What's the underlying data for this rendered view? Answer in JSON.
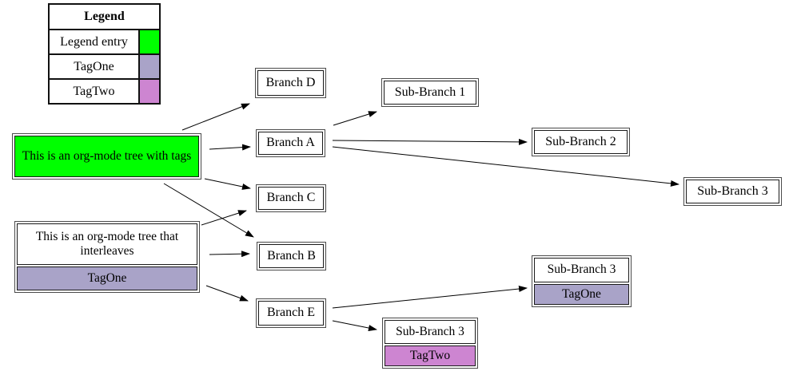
{
  "legend": {
    "title": "Legend",
    "entries": [
      {
        "label": "Legend entry",
        "color": "#00ff00"
      },
      {
        "label": "TagOne",
        "color": "#a9a3c8"
      },
      {
        "label": "TagTwo",
        "color": "#cd85d1"
      }
    ]
  },
  "nodes": {
    "root_tags": {
      "label": "This is an org-mode tree with tags",
      "fill": "#00ff00"
    },
    "root_interleaves": {
      "label": "This is an org-mode tree that interleaves",
      "tag": "TagOne",
      "tag_color": "#a9a3c8"
    },
    "branch_d": {
      "label": "Branch D"
    },
    "branch_a": {
      "label": "Branch A"
    },
    "branch_c": {
      "label": "Branch C"
    },
    "branch_b": {
      "label": "Branch B"
    },
    "branch_e": {
      "label": "Branch E"
    },
    "sub_branch_1": {
      "label": "Sub-Branch 1"
    },
    "sub_branch_2": {
      "label": "Sub-Branch 2"
    },
    "sub_branch_3": {
      "label": "Sub-Branch 3"
    },
    "sub_branch_3_tagone": {
      "label": "Sub-Branch 3",
      "tag": "TagOne",
      "tag_color": "#a9a3c8"
    },
    "sub_branch_3_tagtwo": {
      "label": "Sub-Branch 3",
      "tag": "TagTwo",
      "tag_color": "#cd85d1"
    }
  },
  "edges": [
    {
      "from": "root_tags",
      "to": "branch_d"
    },
    {
      "from": "root_tags",
      "to": "branch_a"
    },
    {
      "from": "root_tags",
      "to": "branch_c"
    },
    {
      "from": "root_tags",
      "to": "branch_b"
    },
    {
      "from": "root_interleaves",
      "to": "branch_c"
    },
    {
      "from": "root_interleaves",
      "to": "branch_b"
    },
    {
      "from": "root_interleaves",
      "to": "branch_e"
    },
    {
      "from": "branch_a",
      "to": "sub_branch_1"
    },
    {
      "from": "branch_a",
      "to": "sub_branch_2"
    },
    {
      "from": "branch_a",
      "to": "sub_branch_3"
    },
    {
      "from": "branch_e",
      "to": "sub_branch_3_tagone"
    },
    {
      "from": "branch_e",
      "to": "sub_branch_3_tagtwo"
    }
  ],
  "colors": {
    "background": "#ffffff",
    "node_border": "#1a1a1a",
    "edge": "#000000",
    "highlight_green": "#00ff00",
    "tag_one": "#a9a3c8",
    "tag_two": "#cd85d1"
  }
}
